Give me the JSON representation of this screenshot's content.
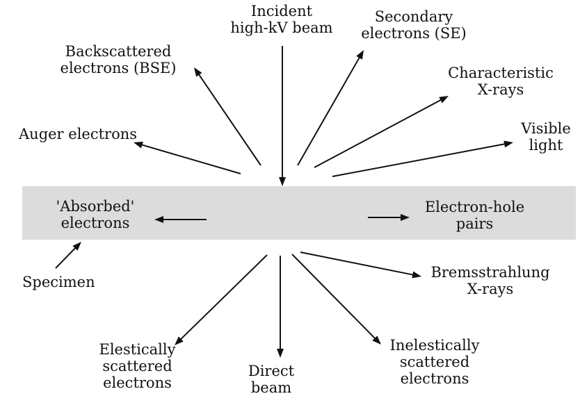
{
  "labels": {
    "incident_beam": "Incident\nhigh-kV beam",
    "secondary_electrons": "Secondary\nelectrons (SE)",
    "backscattered_electrons": "Backscattered\nelectrons (BSE)",
    "characteristic_xrays": "Characteristic\nX-rays",
    "auger_electrons": "Auger electrons",
    "visible_light": "Visible\nlight",
    "absorbed_electrons": "'Absorbed'\nelectrons",
    "electron_hole_pairs": "Electron-hole\npairs",
    "specimen": "Specimen",
    "bremsstrahlung_xrays": "Bremsstrahlung\nX-rays",
    "elastically_scattered": "Elestically\nscattered\nelectrons",
    "direct_beam": "Direct\nbeam",
    "inelastically_scattered": "Inelestically\nscattered\nelectrons"
  },
  "colors": {
    "specimen_fill": "#dcdcdc",
    "line": "#111111"
  }
}
